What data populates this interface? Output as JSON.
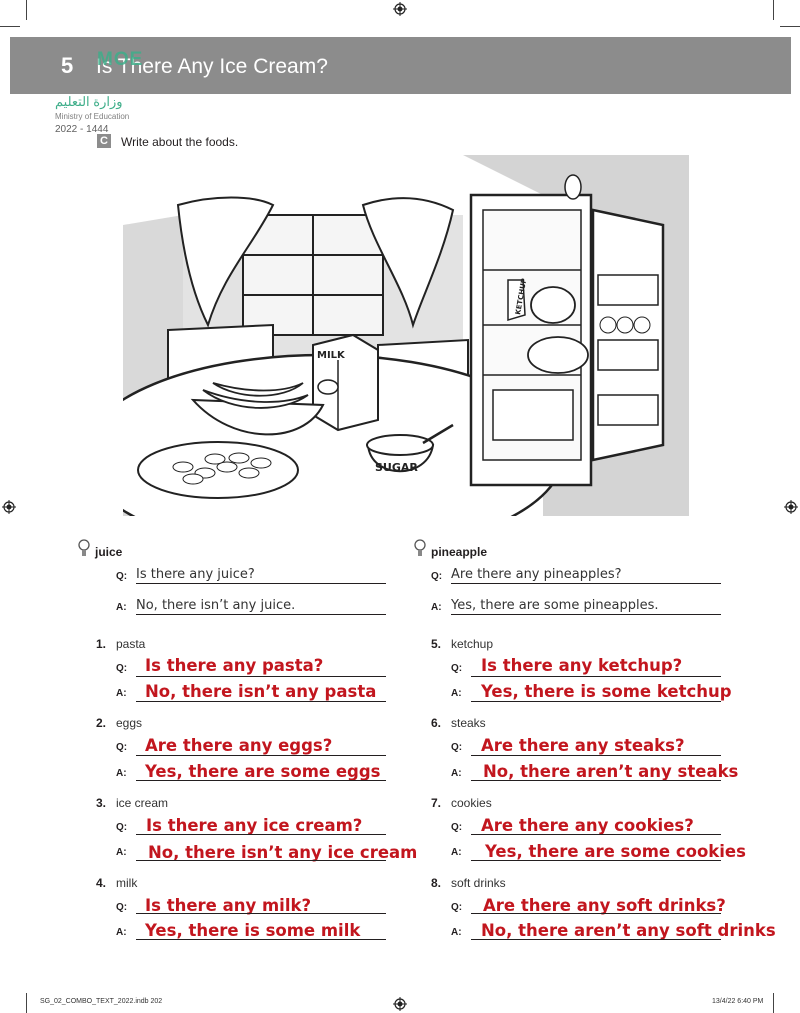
{
  "header": {
    "unit_number": "5",
    "unit_title": "Is There Any Ice Cream?",
    "logo_text": "MOE",
    "ministry_ar": "وزارة التعليم",
    "ministry_en": "Ministry of Education",
    "year": "2022 - 1444"
  },
  "instruction": {
    "letter": "C",
    "text": "Write about the foods."
  },
  "examples": [
    {
      "word": "juice",
      "q_label": "Q:",
      "q": "Is there any juice?",
      "a_label": "A:",
      "a": "No, there isn’t any juice."
    },
    {
      "word": "pineapple",
      "q_label": "Q:",
      "q": "Are there any pineapples?",
      "a_label": "A:",
      "a": "Yes, there are some pineapples."
    }
  ],
  "items": [
    {
      "num": "1.",
      "word": "pasta",
      "q_label": "Q:",
      "q": "Is there any pasta?",
      "a_label": "A:",
      "a": "No, there isn’t any pasta"
    },
    {
      "num": "2.",
      "word": "eggs",
      "q_label": "Q:",
      "q": "Are there any eggs?",
      "a_label": "A:",
      "a": "Yes, there are some eggs"
    },
    {
      "num": "3.",
      "word": "ice cream",
      "q_label": "Q:",
      "q": "Is there any ice cream?",
      "a_label": "A:",
      "a": "No, there isn’t any ice cream"
    },
    {
      "num": "4.",
      "word": "milk",
      "q_label": "Q:",
      "q": "Is there any milk?",
      "a_label": "A:",
      "a": "Yes, there is some milk"
    },
    {
      "num": "5.",
      "word": "ketchup",
      "q_label": "Q:",
      "q": "Is there any ketchup?",
      "a_label": "A:",
      "a": "Yes, there is some ketchup"
    },
    {
      "num": "6.",
      "word": "steaks",
      "q_label": "Q:",
      "q": "Are there any steaks?",
      "a_label": "A:",
      "a": "No, there aren’t any steaks"
    },
    {
      "num": "7.",
      "word": "cookies",
      "q_label": "Q:",
      "q": "Are there any cookies?",
      "a_label": "A:",
      "a": "Yes, there are some cookies"
    },
    {
      "num": "8.",
      "word": "soft drinks",
      "q_label": "Q:",
      "q": "Are there any soft drinks?",
      "a_label": "A:",
      "a": "No, there aren’t any soft drinks"
    }
  ],
  "illustration": {
    "milk_label": "MILK",
    "sugar_label": "SUGAR",
    "ketchup_label": "KETCHUP"
  },
  "footer": {
    "file": "SG_02_COMBO_TEXT_2022.indb   202",
    "date": "13/4/22   6:40 PM"
  },
  "colors": {
    "answer": "#c2161e",
    "band": "#8c8c8c",
    "logo": "#3fae8a"
  }
}
